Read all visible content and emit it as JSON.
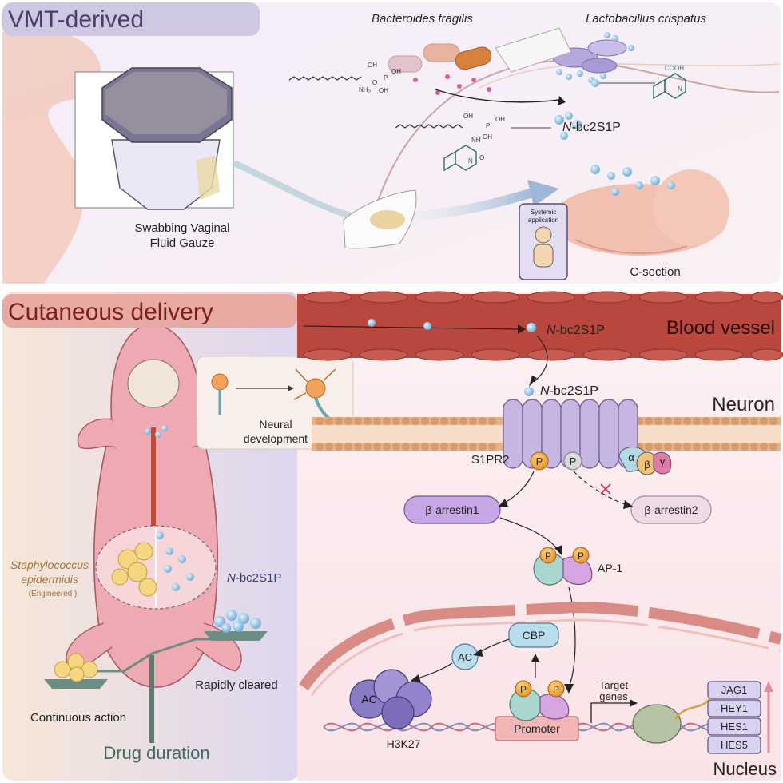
{
  "sections": {
    "top_title": "VMT-derived",
    "bottom_title": "Cutaneous delivery"
  },
  "top": {
    "bacteroides": "Bacteroides fragilis",
    "lactobacillus": "Lactobacillus crispatus",
    "gauze_label_line1": "Swabbing Vaginal",
    "gauze_label_line2": "Fluid Gauze",
    "molecule_label_prefix": "N",
    "molecule_label_suffix": "-bc2S1P",
    "systemic_line1": "Systemic",
    "systemic_line2": "application",
    "csection": "C-section",
    "chem_cooh": "COOH",
    "chem_oh1": "OH",
    "chem_nh2": "NH",
    "chem_nh2_sub": "2",
    "chem_p1": "P",
    "chem_oh2": "OH",
    "chem_oh3": "OH",
    "chem_o1": "O",
    "chem_oh4": "OH",
    "chem_nh": "NH",
    "chem_p2": "P",
    "chem_oh5": "OH",
    "chem_oh6": "OH",
    "chem_o2": "O",
    "chem_n1": "N",
    "chem_n2": "N"
  },
  "bottom": {
    "blood_vessel": "Blood vessel",
    "vessel_molecule_prefix": "N",
    "vessel_molecule_suffix": "-bc2S1P",
    "receptor_molecule_prefix": "N",
    "receptor_molecule_suffix": "-bc2S1P",
    "neuron": "Neuron",
    "s1pr2": "S1PR2",
    "p": "P",
    "alpha": "α",
    "beta": "β",
    "gamma": "γ",
    "barrestin1": "β-arrestin1",
    "barrestin2": "β-arrestin2",
    "ap1": "AP-1",
    "cbp": "CBP",
    "ac": "AC",
    "h3k27": "H3K27",
    "promoter": "Promoter",
    "target_genes_line1": "Target",
    "target_genes_line2": "genes",
    "genes": [
      "JAG1",
      "HEY1",
      "HES1",
      "HES5"
    ],
    "nucleus": "Nucleus",
    "neural_dev_line1": "Neural",
    "neural_dev_line2": "development",
    "staph_line1": "Staphylococcus",
    "staph_line2": "epidermidis",
    "engineered": "(Engineered )",
    "mouse_molecule_prefix": "N",
    "mouse_molecule_suffix": "-bc2S1P",
    "rapidly_cleared": "Rapidly cleared",
    "continuous_action": "Continuous action",
    "drug_duration": "Drug duration"
  },
  "colors": {
    "top_title_text": "#4a3f6b",
    "top_title_bg": "#cfc8e3",
    "bottom_title_text": "#7a1f1f",
    "bottom_title_bg": "#e9a9a3",
    "vessel": "#b9473d",
    "membrane": "#e3b28a",
    "receptor": "#c8b6e2",
    "phospho": "#f0a838",
    "arrestin": "#c7a6e6",
    "nucleus_env": "#d98b86",
    "gene_box": "#d9d2f1",
    "mouse": "#efa9b3",
    "left_panel": "#ddd6ef"
  }
}
